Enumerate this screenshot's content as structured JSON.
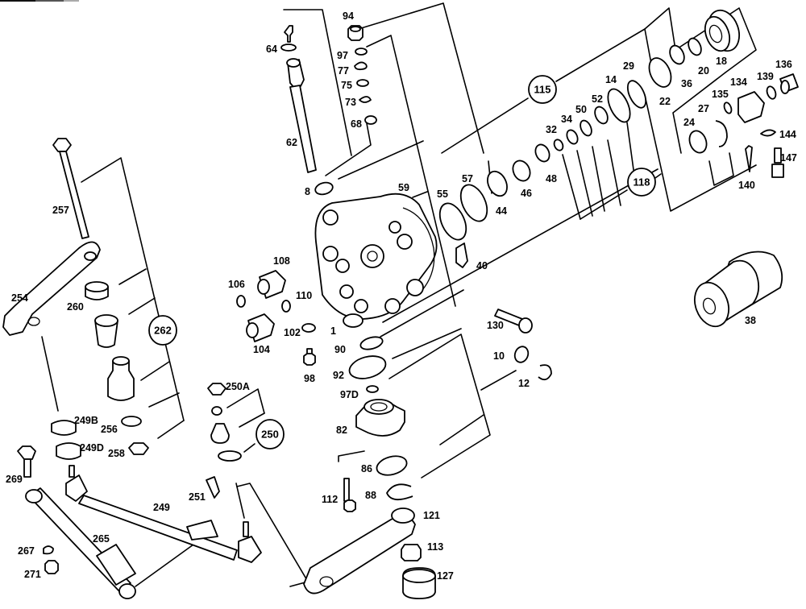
{
  "diagram": {
    "title": "Power steering gear and steering linkage — exploded parts view",
    "callouts": [
      {
        "id": "115",
        "label": "115"
      },
      {
        "id": "118",
        "label": "118"
      },
      {
        "id": "262",
        "label": "262"
      },
      {
        "id": "250",
        "label": "250"
      }
    ],
    "part_labels": [
      "94",
      "64",
      "97",
      "77",
      "75",
      "73",
      "68",
      "62",
      "8",
      "59",
      "55",
      "57",
      "44",
      "46",
      "48",
      "32",
      "34",
      "50",
      "52",
      "14",
      "29",
      "22",
      "36",
      "20",
      "18",
      "24",
      "27",
      "135",
      "134",
      "139",
      "136",
      "144",
      "147",
      "140",
      "40",
      "108",
      "106",
      "110",
      "102",
      "104",
      "1",
      "90",
      "92",
      "98",
      "97D",
      "82",
      "86",
      "88",
      "112",
      "121",
      "113",
      "127",
      "130",
      "10",
      "12",
      "38",
      "257",
      "254",
      "260",
      "249B",
      "256",
      "249D",
      "258",
      "269",
      "250A",
      "251",
      "249",
      "265",
      "267",
      "271"
    ]
  }
}
